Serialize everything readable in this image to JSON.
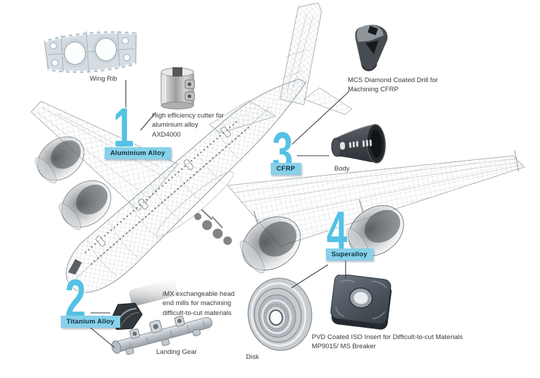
{
  "colors": {
    "background": "#ffffff",
    "number_accent": "#55c1e4",
    "label_background": "#87d1ea",
    "label_text": "#13303f",
    "annotation_text": "#3a3a3a"
  },
  "callouts": [
    {
      "number": "1",
      "material": "Aluminium Alloy",
      "part": "Wing Rib",
      "tool": "High efficiency cutter for\naluminium alloy\nAXD4000"
    },
    {
      "number": "2",
      "material": "Titanium Alloy",
      "part": "Landing Gear",
      "tool": "iMX exchangeable head\nend mills for machining\ndifficult-to-cut materials"
    },
    {
      "number": "3",
      "material": "CFRP",
      "part": "Body",
      "tool": "MCS Diamond Coated Drill for\nMachining CFRP"
    },
    {
      "number": "4",
      "material": "Superalloy",
      "part": "Disk",
      "tool": "PVD Coated ISO Insert for Difficult-to-cut Materials\nMP9015/ MS Breaker"
    }
  ]
}
